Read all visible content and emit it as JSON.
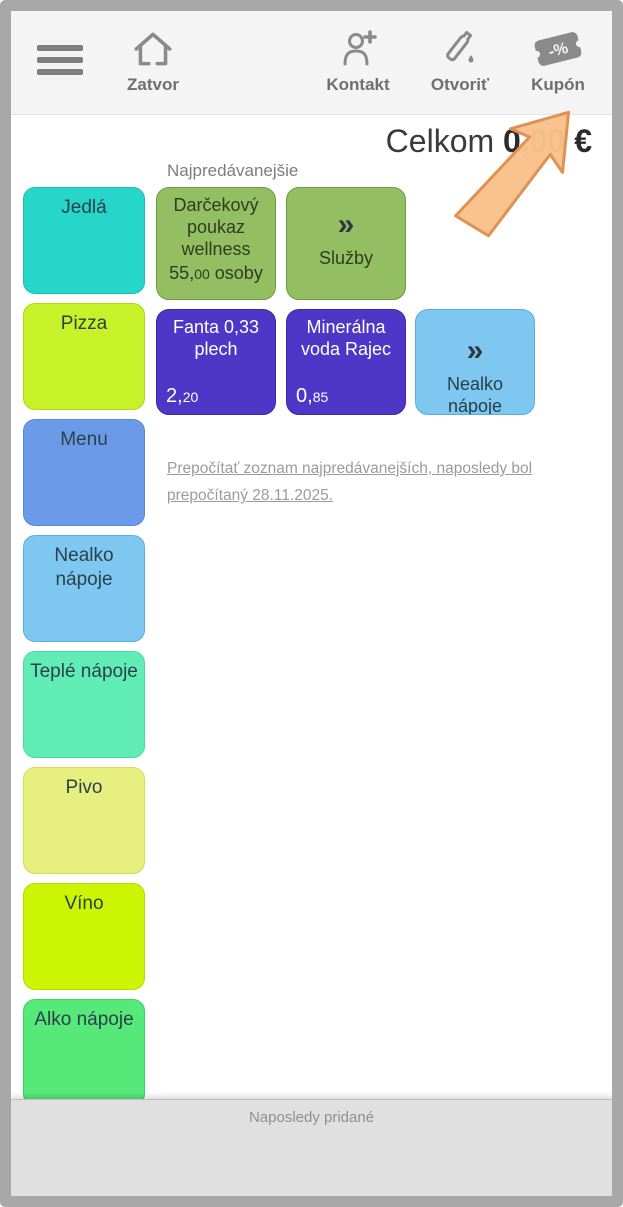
{
  "toolbar": {
    "items": [
      {
        "id": "zatvor",
        "label": "Zatvor",
        "icon": "home-icon"
      },
      {
        "id": "kontakt",
        "label": "Kontakt",
        "icon": "person-add-icon"
      },
      {
        "id": "otvorit",
        "label": "Otvoriť",
        "icon": "bottle-icon"
      },
      {
        "id": "kupon",
        "label": "Kupón",
        "icon": "coupon-icon",
        "coupon_glyph": "-%"
      }
    ]
  },
  "total": {
    "label": "Celkom",
    "amount": "0,00 €"
  },
  "top_sellers": {
    "title": "Najpredávanejšie",
    "tiles": [
      {
        "kind": "product",
        "name": "Darčekový poukaz wellness",
        "price": "55,",
        "price_dec": "00",
        "unit": " osoby",
        "bg": "#93be62",
        "border": "#6f9a40",
        "fg": "#2f3d1f"
      },
      {
        "kind": "more",
        "glyph": "»",
        "label": "Služby",
        "bg": "#93be62",
        "border": "#6f9a40",
        "fg": "#2f3d1f",
        "glyph_color": "#32373d"
      },
      {
        "kind": "product",
        "name": "Fanta 0,33 plech",
        "price": "2,",
        "price_dec": "20",
        "unit": "",
        "bg": "#4e37c6",
        "border": "#3c29ab",
        "fg": "#ffffff"
      },
      {
        "kind": "product",
        "name": "Minerálna voda Rajec",
        "price": "0,",
        "price_dec": "85",
        "unit": "",
        "bg": "#4e37c6",
        "border": "#3c29ab",
        "fg": "#ffffff"
      },
      {
        "kind": "more",
        "glyph": "»",
        "label": "Nealko nápoje",
        "bg": "#7dc7f0",
        "border": "#59aee2",
        "fg": "#27404a",
        "glyph_color": "#32373d"
      }
    ],
    "recalc_link": "Prepočítať zoznam najpredávanejších, naposledy bol prepočítaný 28.11.2025."
  },
  "categories": [
    {
      "label": "Jedlá",
      "bg": "#26d7c9",
      "border": "#1cbdb0"
    },
    {
      "label": "Pizza",
      "bg": "#c7f22a",
      "border": "#b0d914"
    },
    {
      "label": "Menu",
      "bg": "#6b9be8",
      "border": "#5488dd"
    },
    {
      "label": "Nealko nápoje",
      "bg": "#7dc7f0",
      "border": "#59aee2"
    },
    {
      "label": "Teplé nápoje",
      "bg": "#62ecb5",
      "border": "#48d8a0"
    },
    {
      "label": "Pivo",
      "bg": "#e7ef7f",
      "border": "#d2dc5e"
    },
    {
      "label": "Víno",
      "bg": "#ccf504",
      "border": "#b6dd00"
    },
    {
      "label": "Alko nápoje",
      "bg": "#56e879",
      "border": "#3ed262"
    }
  ],
  "bottom_bar": {
    "label": "Naposledy pridané"
  },
  "arrow": {
    "fill": "#f8c28c",
    "stroke": "#dd8f4f"
  }
}
